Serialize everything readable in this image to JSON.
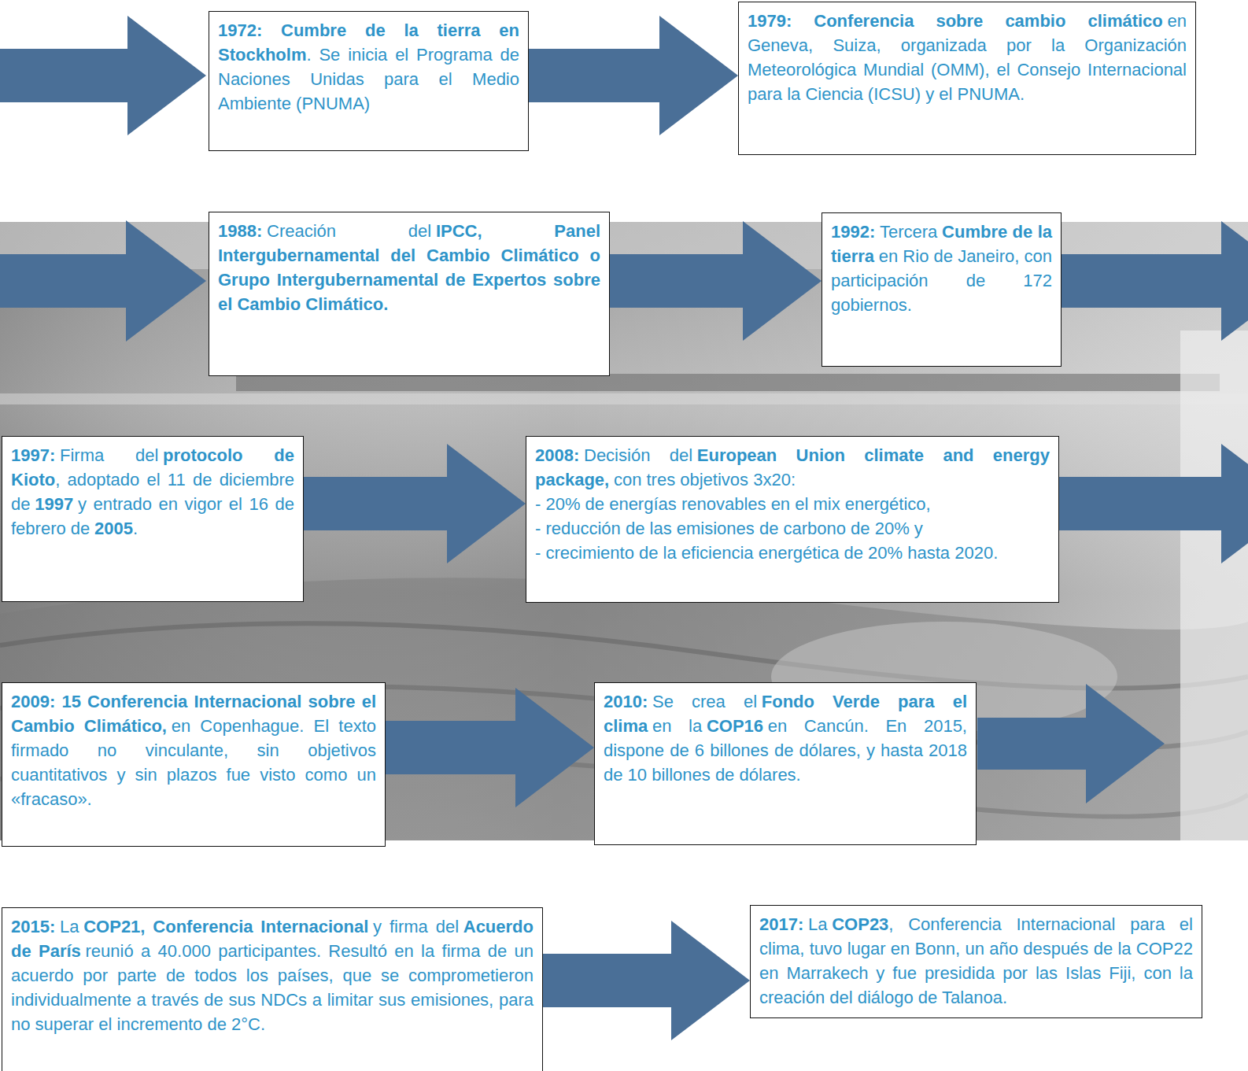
{
  "diagram": {
    "nodes": [
      {
        "text": [
          "1972: Cumbre de la tierra en Stockholm",
          ". Se inicia el Programa de Naciones Unidas para el Medio Ambiente (PNUMA)"
        ]
      },
      {
        "text": [
          "1979: Conferencia sobre cambio climático",
          "en Geneva, Suiza, organizada por la Organización Meteorológica Mundial (OMM), el Consejo Internacional para la Ciencia (ICSU) y el PNUMA."
        ]
      },
      {
        "text": [
          "1988:",
          "Creación del",
          "IPCC, Panel Intergubernamental del Cambio Climático o Grupo Intergubernamental de Expertos sobre el Cambio Climático."
        ]
      },
      {
        "text": [
          "1992:",
          "Tercera",
          "Cumbre de la tierra",
          "en Rio de Janeiro, con participación de 172 gobiernos."
        ]
      },
      {
        "text": [
          "1997:",
          "Firma del",
          "protocolo de Kioto",
          ", adoptado el 11 de diciembre de",
          "1997",
          "y entrado en vigor el 16 de febrero de",
          "2005",
          "."
        ]
      },
      {
        "text": [
          "2008:",
          "Decisión del",
          "European Union climate and energy package,",
          "con tres objetivos 3x20:",
          "- 20% de energías renovables en el mix energético,",
          "- reducción de las emisiones de carbono de 20% y",
          "- crecimiento de la eficiencia energética de 20% hasta 2020."
        ]
      },
      {
        "text": [
          "2009: 15 Conferencia Internacional sobre el Cambio Climático,",
          "en Copenhague. El texto firmado no vinculante, sin objetivos cuantitativos y sin plazos fue visto como un «fracaso»."
        ]
      },
      {
        "text": [
          "2010:",
          "Se crea el",
          "Fondo Verde para el clima",
          "en la",
          "COP16",
          "en Cancún. En 2015, dispone de 6 billones de dólares, y hasta 2018 de 10 billones de dólares."
        ]
      },
      {
        "text": [
          "2015:",
          "La",
          "COP21, Conferencia Internacional",
          "y firma del",
          "Acuerdo de París",
          "reunió a 40.000 participantes. Resultó en la firma de un acuerdo por parte de todos los países, que se comprometieron individualmente a través de sus NDCs a limitar sus emisiones, para no superar el incremento de 2°C."
        ]
      },
      {
        "text": [
          "2017:",
          "La",
          "COP23",
          ", Conferencia Internacional para el clima, tuvo lugar en Bonn, un año después de la COP22 en Marrakech y fue presidida por las Islas Fiji, con la creación del diálogo de Talanoa."
        ]
      }
    ],
    "edges": [
      {
        "from": 0,
        "to": 1,
        "arrow": "to"
      },
      {
        "from": 2,
        "to": 3,
        "arrow": "to"
      },
      {
        "from": 4,
        "to": 5,
        "arrow": "to"
      },
      {
        "from": 6,
        "to": 7,
        "arrow": "to"
      },
      {
        "from": 8,
        "to": 9,
        "arrow": "to"
      }
    ]
  }
}
